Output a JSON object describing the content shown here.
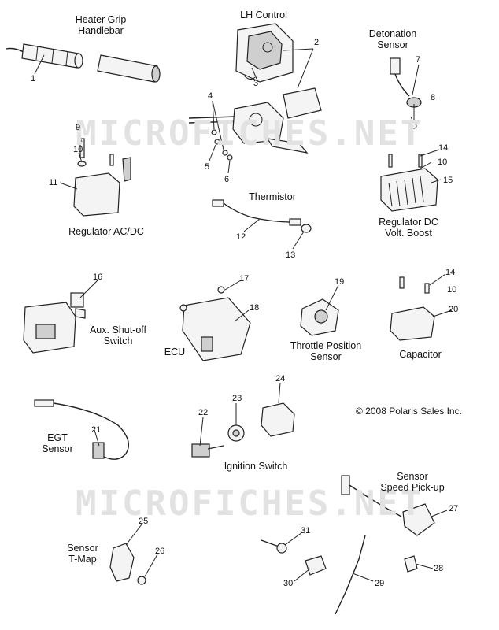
{
  "watermarks": [
    "MICROFICHES.NET",
    "MICROFICHES.NET"
  ],
  "copyright": "© 2008 Polaris Sales Inc.",
  "labels": {
    "heater_grip": "Heater Grip\nHandlebar",
    "lh_control": "LH Control",
    "detonation_sensor": "Detonation\nSensor",
    "thermistor": "Thermistor",
    "regulator_acdc": "Regulator AC/DC",
    "regulator_dc": "Regulator DC\nVolt. Boost",
    "aux_shutoff": "Aux. Shut-off\nSwitch",
    "ecu": "ECU",
    "throttle_position": "Throttle Position\nSensor",
    "capacitor": "Capacitor",
    "egt_sensor": "EGT\nSensor",
    "ignition_switch": "Ignition Switch",
    "speed_pickup": "Sensor\nSpeed Pick-up",
    "tmap": "Sensor\nT-Map"
  },
  "callouts": [
    "1",
    "2",
    "3",
    "4",
    "5",
    "6",
    "7",
    "8",
    "9",
    "10",
    "11",
    "12",
    "13",
    "14",
    "10",
    "15",
    "16",
    "17",
    "18",
    "19",
    "14",
    "10",
    "20",
    "21",
    "22",
    "23",
    "24",
    "25",
    "26",
    "27",
    "31",
    "28",
    "30",
    "29"
  ]
}
